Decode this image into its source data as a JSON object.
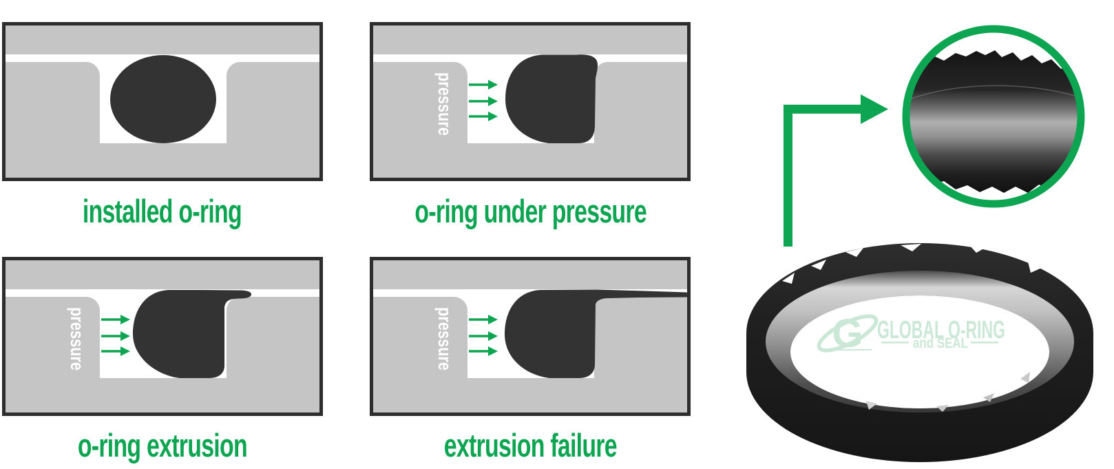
{
  "title": "o-ring extrusion stages infographic",
  "colors": {
    "accent_green": "#0da551",
    "watermark_mint": "#cbe8d7",
    "panel_border": "#2d2d2d",
    "metal_gray": "#c5c5c5",
    "oring_black": "#333333",
    "cavity_white": "#ffffff"
  },
  "panels": [
    {
      "label": "installed o-ring"
    },
    {
      "label": "o-ring under pressure",
      "pressure_label": "pressure"
    },
    {
      "label": "o-ring extrusion",
      "pressure_label": "pressure"
    },
    {
      "label": "extrusion failure",
      "pressure_label": "pressure"
    }
  ],
  "watermark": {
    "logo_letter": "G",
    "line1": "GLOBAL O-RING",
    "line2": "and SEAL"
  }
}
